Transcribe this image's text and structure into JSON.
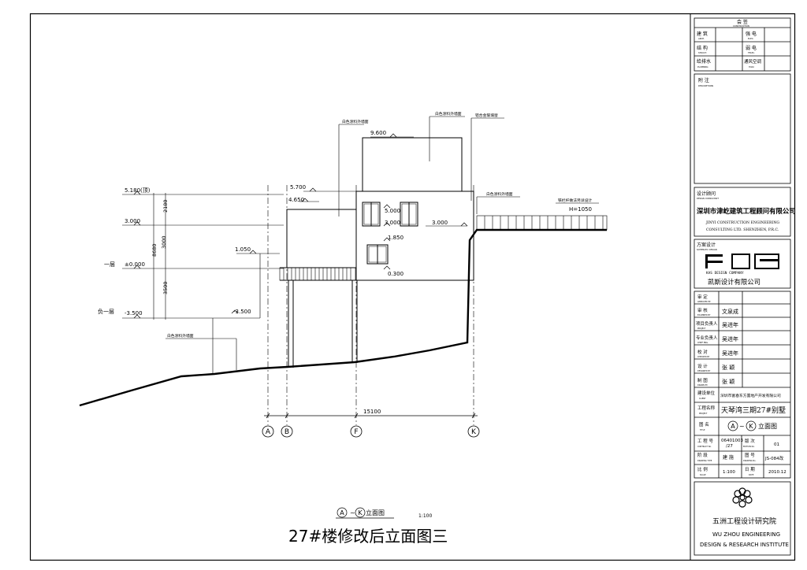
{
  "title_block": {
    "countersign": {
      "title": "会 签",
      "title_en": "CONSTRUCTION",
      "rows": [
        {
          "left": "建 筑",
          "left_en": "ARCH.",
          "right": "强 电",
          "right_en": "ELEC."
        },
        {
          "left": "结 构",
          "left_en": "STRUCT.",
          "right": "弱 电",
          "right_en": "TELEC."
        },
        {
          "left": "给排水",
          "left_en": "PLUMBING",
          "right": "通风空调",
          "right_en": "HVAC"
        }
      ]
    },
    "notes": {
      "label": "附 注",
      "label_en": "DESCRIPTIONS"
    },
    "design_consultant": {
      "label": "设计顾问",
      "label_en": "DESIGN CONSULTANT",
      "name": "深圳市津屹建筑工程顾问有限公司",
      "name_en_1": "JINYI CONSTRUCTION ENGINEERING",
      "name_en_2": "CONSULTING LTD.  SHENZHEN,  P.R.C."
    },
    "scheme_design": {
      "label": "方案设计",
      "label_en": "SCHEMATIC DESIGN",
      "company_en": "KAS  DESIGN  COMPANY",
      "company": "凯斯设计有限公司"
    },
    "signatures": [
      {
        "role": "审 定",
        "role_en": "APPROVED BY",
        "name": ""
      },
      {
        "role": "审 核",
        "role_en": "EXAMINED BY",
        "name": "文泉成"
      },
      {
        "role": "项目负责人",
        "role_en": "PROJECT",
        "name": "吴进年"
      },
      {
        "role": "专业负责人",
        "role_en": "CHIEF ENG.",
        "name": "吴进年"
      },
      {
        "role": "校 对",
        "role_en": "CHECKED BY",
        "name": "吴进年"
      },
      {
        "role": "设 计",
        "role_en": "DESIGNED BY",
        "name": "张 颖"
      },
      {
        "role": "制 图",
        "role_en": "DRAWN BY",
        "name": "张 颖"
      }
    ],
    "client": {
      "label": "建设单位",
      "label_en": "CLIENT",
      "value": "深圳市富春东方置地产开发有限公司"
    },
    "project": {
      "label": "工程名称",
      "label_en": "PROJECT",
      "value": "天琴湾三期27#别墅"
    },
    "drawing_title": {
      "label": "图 名",
      "label_en": "TITLE",
      "circle_a": "A",
      "tilde": "~",
      "circle_b": "K",
      "suffix": "立面图"
    },
    "contract": {
      "label": "工 程 号",
      "label_en": "CONTRACT No.",
      "value": "06401003\n/27"
    },
    "edition": {
      "label": "版 次",
      "label_en": "EDITION No.",
      "value": "01"
    },
    "discipline": {
      "label": "阶 段",
      "label_en": "DRAWING TYPE",
      "value": "建 施"
    },
    "drawing_no": {
      "label": "图 号",
      "label_en": "DRAWING No.",
      "value": "JS-084改"
    },
    "scale": {
      "label": "比 例",
      "label_en": "SCALE",
      "value": "1:100"
    },
    "date": {
      "label": "日 期",
      "label_en": "DATE",
      "value": "2010.12"
    },
    "institute": {
      "name": "五洲工程设计研究院",
      "name_en_1": "WU ZHOU ENGINEERING",
      "name_en_2": "DESIGN & RESEARCH INSTITUTE"
    }
  },
  "drawing": {
    "elevation_labels": [
      {
        "text": "5.180(顶)"
      },
      {
        "text": "3.000"
      },
      {
        "text": "±0.000"
      },
      {
        "text": "-3.500"
      },
      {
        "text": "5.700"
      },
      {
        "text": "4.650"
      },
      {
        "text": "9.600"
      },
      {
        "text": "5.000"
      },
      {
        "text": "3.000"
      },
      {
        "text": "3.000"
      },
      {
        "text": "1.850"
      },
      {
        "text": "0.300"
      },
      {
        "text": "1.050"
      },
      {
        "text": "-3.500"
      },
      {
        "text": "H=1050"
      }
    ],
    "floor_labels": [
      {
        "text": "一层"
      },
      {
        "text": "负一层"
      }
    ],
    "dimensions": [
      {
        "text": "2180"
      },
      {
        "text": "3000"
      },
      {
        "text": "8680"
      },
      {
        "text": "3500"
      },
      {
        "text": "15100"
      }
    ],
    "annotations": [
      {
        "text": "白色涂料外墙面"
      },
      {
        "text": "白色涂料外墙面"
      },
      {
        "text": "铝合金玻璃窗"
      },
      {
        "text": "白色涂料外墙面"
      },
      {
        "text": "白色涂料外墙面"
      },
      {
        "text": "铁栏杆做法另详设计"
      }
    ],
    "axes": [
      {
        "label": "A"
      },
      {
        "label": "B"
      },
      {
        "label": "F"
      },
      {
        "label": "K"
      }
    ],
    "caption": {
      "circle_a": "A",
      "tilde": "~",
      "circle_b": "K",
      "suffix": "立面图",
      "scale": "1:100"
    },
    "main_title": "27#楼修改后立面图三"
  }
}
